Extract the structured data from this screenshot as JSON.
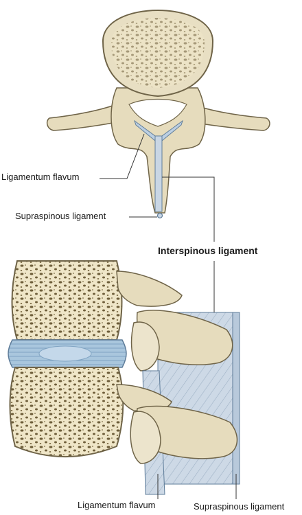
{
  "figure": {
    "labels": {
      "ligamentum_flavum_top": "Ligamentum flavum",
      "supraspinous_top": "Supraspinous ligament",
      "interspinous": "Interspinous ligament",
      "ligamentum_flavum_bottom": "Ligamentum flavum",
      "supraspinous_bottom": "Supraspinous ligament"
    },
    "colors": {
      "bone": "#e8dfc3",
      "bone_outline": "#6f6448",
      "cancellous": "#f2ecd6",
      "disc": "#a9c6dd",
      "ligament": "#c9d6e4",
      "leader_line": "#333333"
    }
  }
}
